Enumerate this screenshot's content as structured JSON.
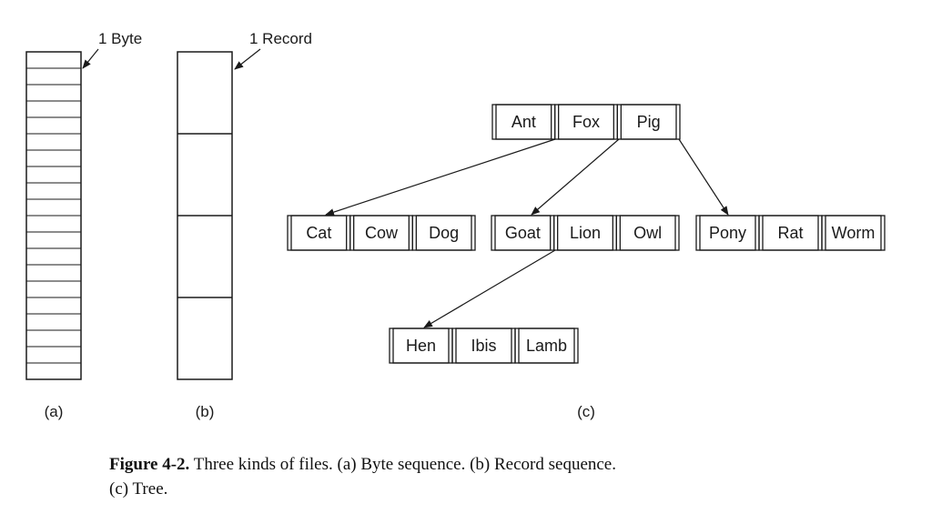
{
  "byte_sequence": {
    "label": "1 Byte",
    "panel": "(a)",
    "cell_count": 20
  },
  "record_sequence": {
    "label": "1 Record",
    "panel": "(b)",
    "cell_count": 4
  },
  "tree": {
    "panel": "(c)",
    "root": [
      "Ant",
      "Fox",
      "Pig"
    ],
    "level1": [
      [
        "Cat",
        "Cow",
        "Dog"
      ],
      [
        "Goat",
        "Lion",
        "Owl"
      ],
      [
        "Pony",
        "Rat",
        "Worm"
      ]
    ],
    "level2": [
      [
        "Hen",
        "Ibis",
        "Lamb"
      ]
    ]
  },
  "caption": {
    "figure": "Figure 4-2.",
    "text": "Three kinds of files. (a) Byte sequence. (b) Record sequence.",
    "text2": "(c) Tree."
  }
}
